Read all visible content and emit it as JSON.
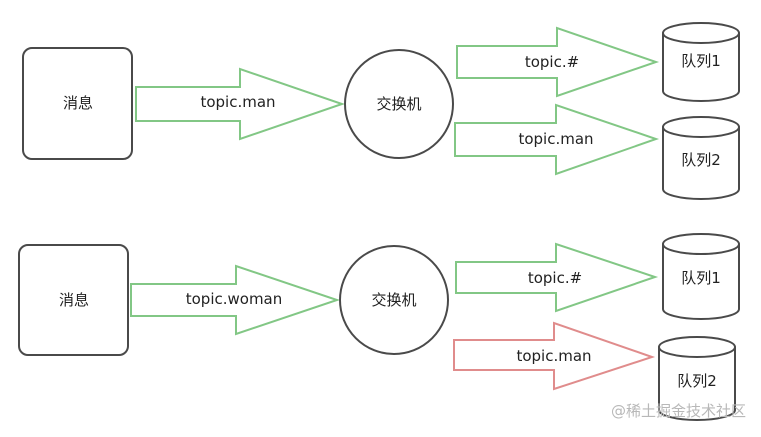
{
  "rows": [
    {
      "message": "消息",
      "routing_key": "topic.man",
      "exchange": "交换机",
      "bindings": [
        {
          "key": "topic.#",
          "queue": "队列1",
          "matched": true
        },
        {
          "key": "topic.man",
          "queue": "队列2",
          "matched": true
        }
      ]
    },
    {
      "message": "消息",
      "routing_key": "topic.woman",
      "exchange": "交换机",
      "bindings": [
        {
          "key": "topic.#",
          "queue": "队列1",
          "matched": true
        },
        {
          "key": "topic.man",
          "queue": "队列2",
          "matched": false
        }
      ]
    }
  ],
  "colors": {
    "matched": "#82c785",
    "unmatched": "#e08c8c",
    "stroke": "#4a4a4a"
  },
  "watermark": "@稀土掘金技术社区"
}
